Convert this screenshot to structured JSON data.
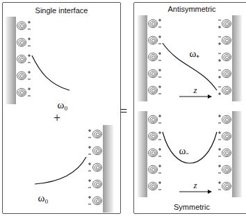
{
  "diagram": {
    "nodes": [
      {
        "text": [
          "Single interface"
        ]
      },
      {
        "text": [
          "Antisymmetric",
          "Symmetric"
        ]
      }
    ],
    "labels": [
      "ω₀",
      "+",
      "ω₀",
      "=",
      "ω₊",
      "z",
      "ω₋",
      "z"
    ]
  }
}
